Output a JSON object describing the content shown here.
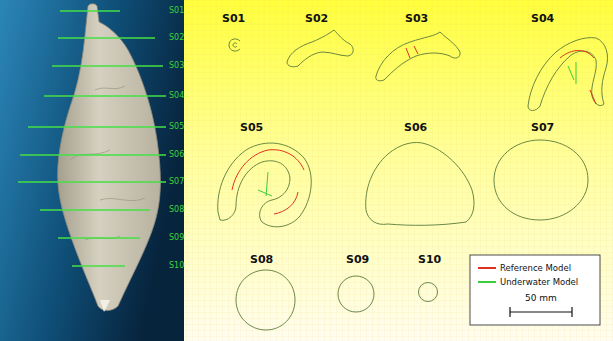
{
  "diagram": {
    "labels": [
      "S01",
      "S02",
      "S03",
      "S04",
      "S05",
      "S06",
      "S07",
      "S08",
      "S09",
      "S10",
      "S01",
      "S02",
      "S03",
      "S04",
      "S05",
      "S06",
      "S07",
      "S08",
      "S09",
      "S10",
      "50 mm"
    ],
    "legend": [
      {
        "text": "Reference Model"
      },
      {
        "text": "Underwater Model"
      }
    ]
  }
}
